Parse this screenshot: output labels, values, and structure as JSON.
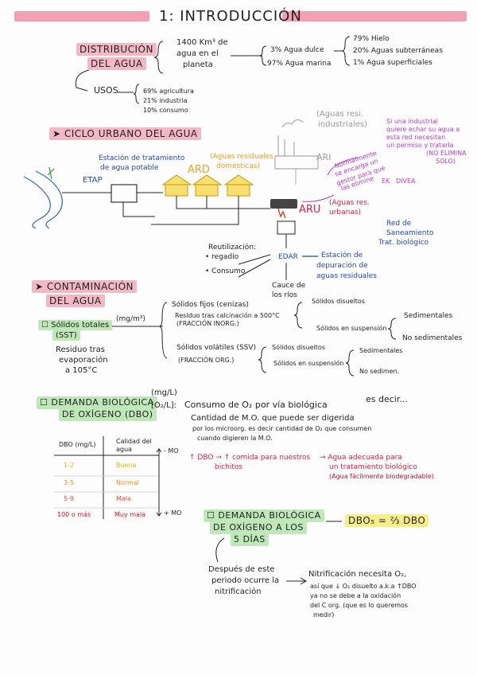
{
  "title": "1: INTRODUCCIÓN",
  "dist": {
    "heading": [
      "DISTRIBUCIÓN",
      "DEL AGUA"
    ],
    "total": [
      "1400 Km³ de",
      "agua en el",
      "planeta"
    ],
    "dulce": "3% Agua dulce",
    "marina": "97% Agua marina",
    "hielo": "79% Hielo",
    "subt": "20% Aguas subterráneas",
    "sup": "1% Agua superficiales"
  },
  "usos": {
    "label": "USOS",
    "items": [
      "69% agricultura",
      "21% industria",
      "10% consumo"
    ]
  },
  "ciclo": {
    "heading": "CICLO URBANO DEL AGUA",
    "etap_desc": [
      "Estación de tratamiento",
      "de agua potable"
    ],
    "etap": "ETAP",
    "ard": "ARD",
    "ard_desc": [
      "(Aguas residuales",
      "domésticas)"
    ],
    "resi": [
      "(Aguas resi.",
      "industriales)"
    ],
    "ari": "ARI",
    "purple_note": [
      "Si una industrial",
      "quiere echar su agua a",
      "esta red necesitan",
      "un permiso y tratarla",
      "(NO ELIMINA",
      "SOLO)"
    ],
    "normal_note": [
      "Normalmente",
      "se encarga un",
      "gestor para que",
      "las elimine"
    ],
    "ek": "EK",
    "divea": "DIVEA",
    "aru": "ARU",
    "aru_desc": [
      "(Aguas res.",
      "urbanas)"
    ],
    "red_san": [
      "Red de",
      "Saneamiento",
      "Trat. biológico"
    ],
    "reuti": [
      "Reutilización:",
      "• regadío"
    ],
    "consumo": "• Consumo",
    "edar": "EDAR",
    "edar_desc": [
      "Estación de",
      "depuración de",
      "aguas residuales"
    ],
    "cauce": [
      "Cauce de",
      "los ríos"
    ]
  },
  "cont": {
    "heading": [
      "CONTAMINACIÓN",
      "DEL AGUA"
    ],
    "sst": [
      "Sólidos totales",
      "(SST)"
    ],
    "sst_unit": "(mg/m³)",
    "residuo": [
      "Residuo tras",
      "evaporación",
      "a 105°C"
    ],
    "fijos": [
      "Sólidos fijos (cenizas)",
      "Residuo tras calcinación a 500°C",
      "(FRACCIÓN INORG.)"
    ],
    "volatiles": [
      "Sólidos volátiles (SSV)",
      "(FRACCIÓN ORG.)"
    ],
    "disueltos": "Sólidos disueltos",
    "suspension": "Sólidos en suspensión",
    "sedimentales": "Sedimentales",
    "no_sedimentales": "No sedimentales",
    "disueltos2": "Sólidos disueltos",
    "suspension2": "Sólidos en suspensión",
    "sedimentales2": "Sedimentales",
    "no_sedimentales2": "No sedimen."
  },
  "dbo": {
    "heading": [
      "DEMANDA BIOLÓGICA",
      "DE OXÍGENO (DBO)"
    ],
    "unit": "(mg/L)",
    "unit2": "[O₂/L]:",
    "def": "Consumo de O₂ por vía biológica",
    "es_decir": "es decir...",
    "def2": [
      "Cantidad de M.O. que puede ser digerida",
      "por los microorg. es decir cantidad de O₂ que consumen",
      "cuando digieren la M.O."
    ],
    "table_head": [
      "DBO (mg/L)",
      "Calidad del agua"
    ],
    "rows": [
      {
        "range": "1-2",
        "quality": "Buena",
        "color": "#e0b800"
      },
      {
        "range": "3-5",
        "quality": "Normal",
        "color": "#f09010"
      },
      {
        "range": "5-9",
        "quality": "Mala",
        "color": "#e84a3a"
      },
      {
        "range": "100 o más",
        "quality": "Muy mala",
        "color": "#d81020"
      }
    ],
    "minus_mo": "- MO",
    "plus_mo": "+ MO",
    "arrow_text": [
      "↑ DBO → ↑ comida para nuestros",
      "bichitos"
    ],
    "adequate": [
      "→ Agua adecuada para",
      "un tratamiento biológico",
      "(Agua fácilmente biodegradable)"
    ]
  },
  "dbo5": {
    "heading": [
      "DEMANDA BIOLÓGICA",
      "DE OXÍGENO A LOS",
      "5 DÍAS"
    ],
    "formula": "DBO₅ = ⅔ DBO",
    "desp": [
      "Después de este",
      "periodo ocurre la",
      "nitrificación"
    ],
    "nitri": [
      "Nitrificación necesita O₂,",
      "así que ↓ O₂ disuelto a.k.a ↑DBO",
      "ya no se debe a la oxidación",
      "del C org. (que es lo queremos",
      "medir)"
    ]
  }
}
